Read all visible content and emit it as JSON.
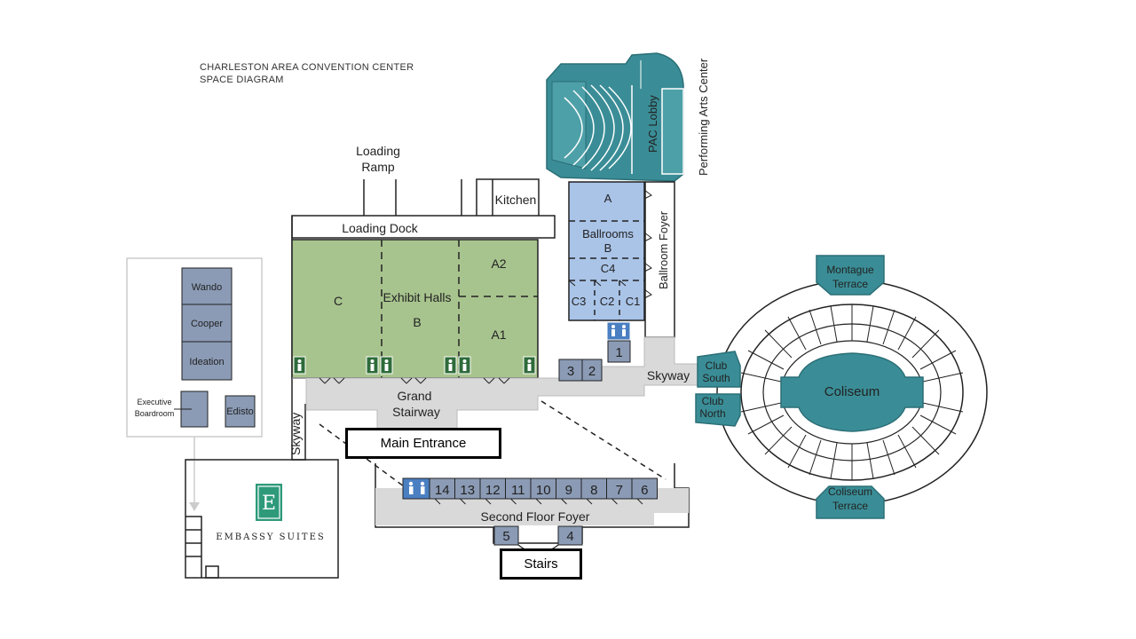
{
  "title": {
    "line1": "CHARLESTON AREA CONVENTION CENTER",
    "line2": "SPACE DIAGRAM"
  },
  "service": {
    "loading_ramp_1": "Loading",
    "loading_ramp_2": "Ramp",
    "loading_dock": "Loading Dock",
    "kitchen": "Kitchen"
  },
  "exhibit_halls": {
    "name": "Exhibit Halls",
    "c": "C",
    "b": "B",
    "a2": "A2",
    "a1": "A1",
    "fill_color": "#a8c48e"
  },
  "ballrooms": {
    "name": "Ballrooms",
    "a": "A",
    "b": "B",
    "c4": "C4",
    "c3": "C3",
    "c2": "C2",
    "c1": "C1",
    "foyer": "Ballroom Foyer",
    "fill_color": "#aac4e8"
  },
  "pac": {
    "lobby": "PAC Lobby",
    "name": "Performing Arts Center",
    "fill_color": "#3a8d96"
  },
  "meeting_rooms_first": {
    "r1": "1",
    "r2": "2",
    "r3": "3"
  },
  "corridor": {
    "grand_1": "Grand",
    "grand_2": "Stairway",
    "skyway_east": "Skyway",
    "skyway_west": "Skyway"
  },
  "coliseum": {
    "name": "Coliseum",
    "club_south_1": "Club",
    "club_south_2": "South",
    "club_north_1": "Club",
    "club_north_2": "North",
    "montague_1": "Montague",
    "montague_2": "Terrace",
    "terrace_1": "Coliseum",
    "terrace_2": "Terrace",
    "fill_color": "#3a8d96"
  },
  "boardrooms": {
    "wando": "Wando",
    "cooper": "Cooper",
    "ideation": "Ideation",
    "exec_1": "Executive",
    "exec_2": "Boardroom",
    "edisto": "Edisto",
    "fill_color": "#8b9bb5"
  },
  "hotel": {
    "logo_letter": "E",
    "name": "EMBASSY SUITES"
  },
  "second_floor": {
    "rooms": [
      "14",
      "13",
      "12",
      "11",
      "10",
      "9",
      "8",
      "7",
      "6"
    ],
    "foyer": "Second Floor Foyer",
    "r5": "5",
    "r4": "4"
  },
  "callouts": {
    "main_entrance": "Main Entrance",
    "stairs": "Stairs"
  }
}
